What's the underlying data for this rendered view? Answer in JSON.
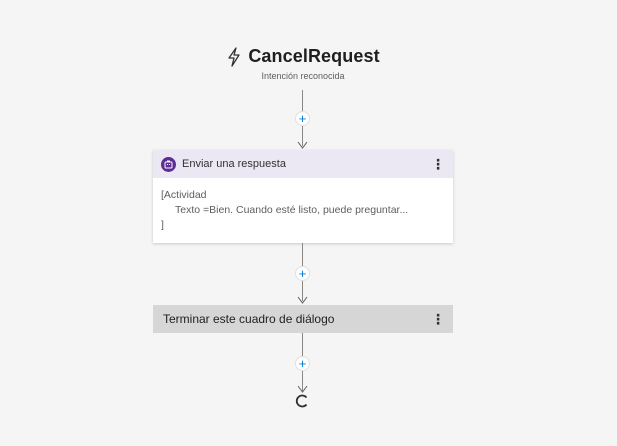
{
  "trigger": {
    "title": "CancelRequest",
    "subtitle": "Intención reconocida",
    "icon": "lightning-bolt-icon"
  },
  "send_response": {
    "title": "Enviar una respuesta",
    "icon": "bot-icon",
    "header_color": "#ebe8f4",
    "icon_color": "#5c2e91",
    "body_line1": "[Actividad",
    "body_line2": "Texto =Bien. Cuando esté listo, puede preguntar...",
    "body_line3": "]"
  },
  "end_dialog": {
    "title": "Terminar este cuadro de diálogo",
    "background": "#d6d6d6"
  },
  "connector": {
    "add_symbol": "+",
    "accent": "#0078d4"
  },
  "menu_symbol": "⋮"
}
